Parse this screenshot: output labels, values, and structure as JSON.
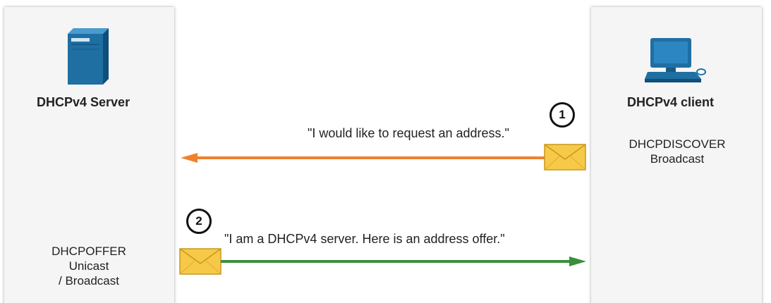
{
  "server": {
    "label": "DHCPv4 Server",
    "message_type": "DHCPOFFER",
    "delivery_line1": "Unicast",
    "delivery_line2": "/ Broadcast",
    "icon": "server-icon"
  },
  "client": {
    "label": "DHCPv4 client",
    "message_type": "DHCPDISCOVER",
    "delivery": "Broadcast",
    "icon": "computer-icon"
  },
  "step1": {
    "number": "1",
    "quote": "\"I would like to request an address.\"",
    "direction": "client-to-server",
    "color": "#f0812a"
  },
  "step2": {
    "number": "2",
    "quote": "\"I am a DHCPv4 server. Here is an address offer.\"",
    "direction": "server-to-client",
    "color": "#3a8f3a"
  },
  "colors": {
    "device_blue": "#1f6fa3",
    "envelope_yellow": "#f7c948"
  }
}
